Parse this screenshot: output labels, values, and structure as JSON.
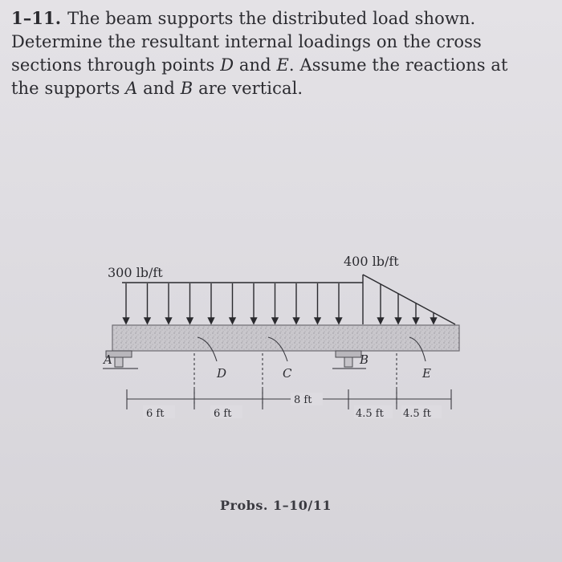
{
  "problem": {
    "number": "1–11.",
    "line1": "The beam supports the distributed load shown.",
    "line2": "Determine the resultant internal loadings on the cross",
    "line3_a": "sections through points ",
    "point_d": "D",
    "line3_b": " and ",
    "point_e": "E",
    "line3_c": ". Assume the reactions at",
    "line4_a": "the supports ",
    "point_a": "A",
    "line4_b": " and ",
    "point_b": "B",
    "line4_c": " are vertical."
  },
  "figure": {
    "load_left": "300 lb/ft",
    "load_right": "400 lb/ft",
    "labels": {
      "A": "A",
      "B": "B",
      "C": "C",
      "D": "D",
      "E": "E"
    },
    "dimensions": [
      "6 ft",
      "6 ft",
      "8 ft",
      "4.5 ft",
      "4.5 ft"
    ],
    "caption": "Probs. 1–10/11"
  }
}
